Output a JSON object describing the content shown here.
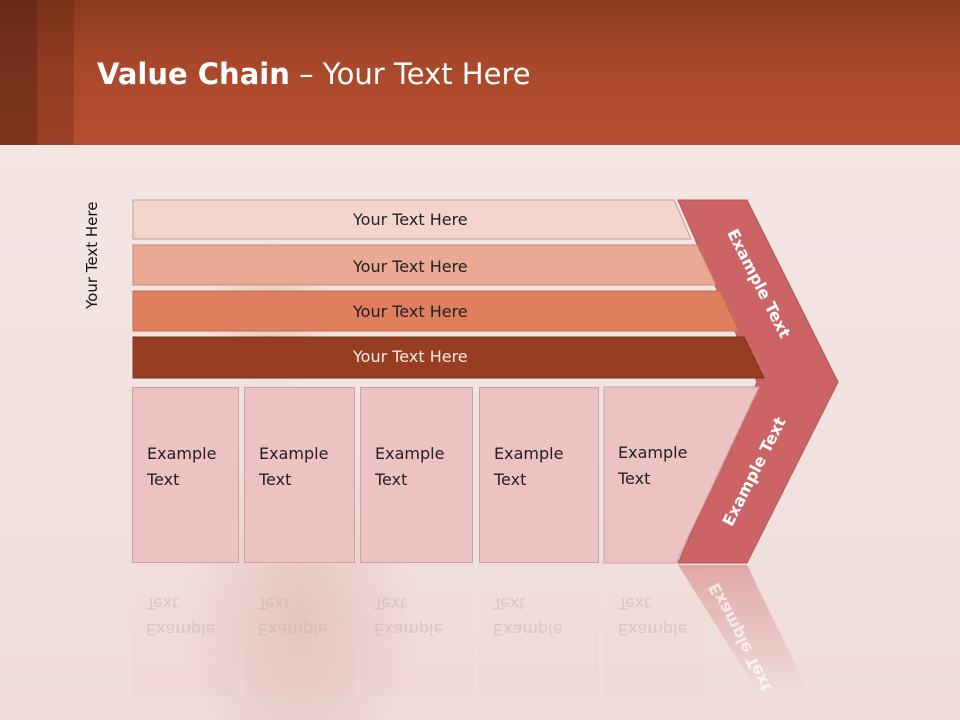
{
  "slide": {
    "title_bold": "Value Chain",
    "title_rest": " – Your Text Here",
    "side_label": "Your Text Here"
  },
  "bars": [
    {
      "label": "Your Text Here",
      "color": "#f4d5cd"
    },
    {
      "label": "Your Text Here",
      "color": "#e9a993"
    },
    {
      "label": "Your Text Here",
      "color": "#df7f5e"
    },
    {
      "label": "Your Text Here",
      "color": "#973e22"
    }
  ],
  "boxes": [
    {
      "line1": "Example",
      "line2": "Text"
    },
    {
      "line1": "Example",
      "line2": "Text"
    },
    {
      "line1": "Example",
      "line2": "Text"
    },
    {
      "line1": "Example",
      "line2": "Text"
    },
    {
      "line1": "Example",
      "line2": "Text"
    }
  ],
  "chevron": {
    "upper_label": "Example Text",
    "lower_label": "Example Text",
    "color": "#cc6466"
  }
}
